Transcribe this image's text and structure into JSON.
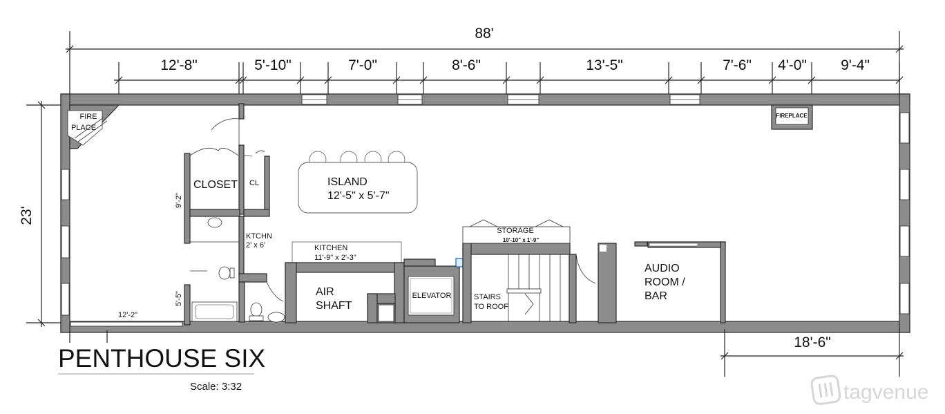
{
  "plan": {
    "title": "PENTHOUSE SIX",
    "scale": "Scale: 3:32",
    "overall_width": "88'",
    "overall_depth": "23'",
    "top_dimensions": [
      "12'-8\"",
      "5'-10\"",
      "7'-0\"",
      "8'-6\"",
      "13'-5\"",
      "7'-6\"",
      "4'-0\"",
      "9'-4\""
    ],
    "bottom_dimension_right": "18'-6\"",
    "bottom_dimension_left": "12'-2\"",
    "dim_9_2": "9'-2\"",
    "dim_5_5": "5'-5\""
  },
  "rooms": {
    "fireplace_left_1": "FIRE",
    "fireplace_left_2": "PLACE",
    "fireplace_right": "FIREPLACE",
    "closet": "CLOSET",
    "cl": "CL",
    "island_name": "ISLAND",
    "island_size": "12'-5\" x 5'-7\"",
    "ktchn_name": "KTCHN",
    "ktchn_size": "2' x 6'",
    "kitchen_name": "KITCHEN",
    "kitchen_size": "11'-9\" x 2'-3\"",
    "storage_name": "STORAGE",
    "storage_size": "10'-10\" x 1'-9\"",
    "air_shaft_1": "AIR",
    "air_shaft_2": "SHAFT",
    "elevator": "ELEVATOR",
    "stairs_1": "STAIRS",
    "stairs_2": "TO ROOF",
    "audio_1": "AUDIO",
    "audio_2": "ROOM /",
    "audio_3": "BAR"
  },
  "watermark": "tagvenue",
  "colors": {
    "wall": "#8c8c8c",
    "line": "#222222",
    "watermark": "#d6d6d6"
  }
}
